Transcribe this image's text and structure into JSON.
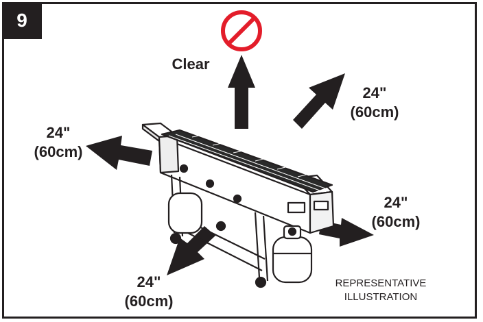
{
  "step_number": "9",
  "labels": {
    "top": "Clear",
    "upper_right": {
      "line1": "24\"",
      "line2": "(60cm)"
    },
    "left": {
      "line1": "24\"",
      "line2": "(60cm)"
    },
    "right": {
      "line1": "24\"",
      "line2": "(60cm)"
    },
    "bottom_left": {
      "line1": "24\"",
      "line2": "(60cm)"
    }
  },
  "note": {
    "line1": "REPRESENTATIVE",
    "line2": "ILLUSTRATION"
  },
  "colors": {
    "ink": "#231f20",
    "prohibit_red": "#e31d2a",
    "paper": "#ffffff"
  },
  "icons": {
    "prohibited": "prohibited-sign-icon"
  }
}
